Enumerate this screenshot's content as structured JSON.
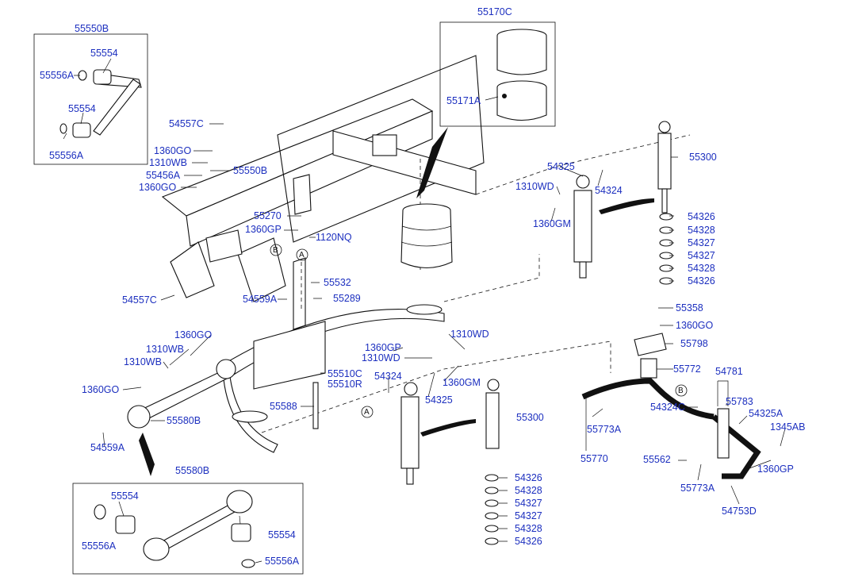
{
  "colors": {
    "label_text": "#1c2fbf",
    "linework": "#111111",
    "background": "#ffffff"
  },
  "labels": {
    "l55550B_box": "55550B",
    "l55554_a": "55554",
    "l55556A_a": "55556A",
    "l55554_b": "55554",
    "l55556A_b": "55556A",
    "l55170C": "55170C",
    "l55171A": "55171A",
    "l54557C_top": "54557C",
    "l1360GO_a": "1360GO",
    "l1310WB_a": "1310WB",
    "l55456A": "55456A",
    "l1360GO_b": "1360GO",
    "l55550B": "55550B",
    "l55270": "55270",
    "l1360GP_a": "1360GP",
    "l1120NQ": "1120NQ",
    "l54557C_bot": "54557C",
    "l54559A_top": "54559A",
    "l55532": "55532",
    "l55289": "55289",
    "l54325_top": "54325",
    "l1310WD_a": "1310WD",
    "l54324_top": "54324",
    "l1360GM_a": "1360GM",
    "l55300_top": "55300",
    "l54326_a": "54326",
    "l54328_a": "54328",
    "l54327_a": "54327",
    "l54327_b": "54327",
    "l54328_b": "54328",
    "l54326_b": "54326",
    "l1360GO_c": "1360GO",
    "l1310WB_b": "1310WB",
    "l1310WB_c": "1310WB",
    "l1360GO_d": "1360GO",
    "l55580B": "55580B",
    "l54559A_bot": "54559A",
    "l55588": "55588",
    "l55510C": "55510C",
    "l55510R": "55510R",
    "l1360GP_b": "1360GP",
    "l1310WD_b": "1310WD",
    "l1310WD_c": "1310WD",
    "l54324_mid": "54324",
    "l1360GM_b": "1360GM",
    "l54325_mid": "54325",
    "l55300_bot": "55300",
    "l54326_c": "54326",
    "l54328_c": "54328",
    "l54327_c": "54327",
    "l54327_d": "54327",
    "l54328_d": "54328",
    "l54326_d": "54326",
    "l55358": "55358",
    "l1360GO_e": "1360GO",
    "l55798": "55798",
    "l55772": "55772",
    "l54781": "54781",
    "l55783": "55783",
    "l54324C": "54324C",
    "l54325A": "54325A",
    "l1345AB": "1345AB",
    "l55773A_a": "55773A",
    "l55770": "55770",
    "l55562": "55562",
    "l55773A_b": "55773A",
    "l1360GP_c": "1360GP",
    "l54753D": "54753D",
    "l55580B_box": "55580B",
    "l55554_c": "55554",
    "l55556A_c": "55556A",
    "l55554_d": "55554",
    "l55556A_d": "55556A"
  },
  "callouts": {
    "A1": "A",
    "B1": "B",
    "A2": "A",
    "B2": "B"
  }
}
